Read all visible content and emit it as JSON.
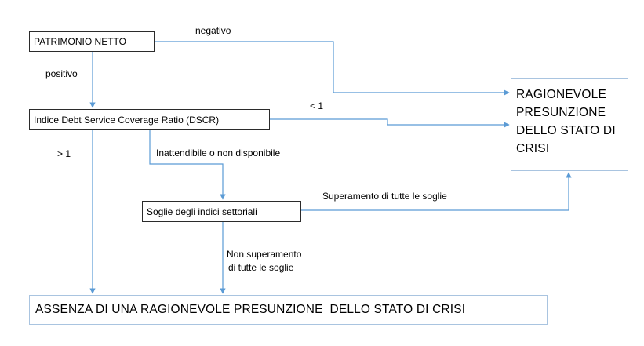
{
  "nodes": {
    "patrimonio_netto": "PATRIMONIO NETTO",
    "dscr": "Indice Debt Service Coverage Ratio (DSCR)",
    "soglie": "Soglie degli indici settoriali",
    "ragionevole_presunzione": "RAGIONEVOLE PRESUNZIONE DELLO STATO DI CRISI",
    "assenza": "ASSENZA DI UNA RAGIONEVOLE PRESUNZIONE  DELLO STATO DI CRISI"
  },
  "edge_labels": {
    "negativo": "negativo",
    "positivo": "positivo",
    "lt_1": "< 1",
    "gt_1": "> 1",
    "inattendibile": "Inattendibile o non disponibile",
    "superamento": "Superamento di tutte le soglie",
    "non_superamento_line1": "Non superamento",
    "non_superamento_line2": "di tutte le soglie"
  },
  "colors": {
    "connector": "#5b9bd5",
    "box_border_dark": "#2b2b2b",
    "box_border_light": "#a9c4e0"
  }
}
